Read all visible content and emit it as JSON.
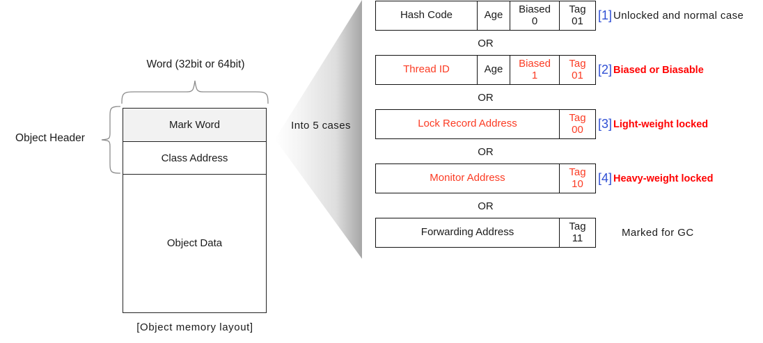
{
  "left": {
    "word_label": "Word (32bit or 64bit)",
    "object_header_label": "Object Header",
    "rows": [
      {
        "label": "Mark Word"
      },
      {
        "label": "Class Address"
      },
      {
        "label": "Object Data"
      }
    ],
    "caption": "[Object memory layout]"
  },
  "funnel": {
    "label": "Into 5 cases"
  },
  "or_label": "OR",
  "cases": [
    {
      "cells": [
        {
          "line1": "Hash Code",
          "line2": "",
          "color": "black"
        },
        {
          "line1": "Age",
          "line2": "",
          "color": "black"
        },
        {
          "line1": "Biased",
          "line2": "0",
          "color": "black"
        },
        {
          "line1": "Tag",
          "line2": "01",
          "color": "black"
        }
      ],
      "number": "[1]",
      "note": "Unlocked and normal case",
      "note_style": "plain"
    },
    {
      "cells": [
        {
          "line1": "Thread ID",
          "line2": "",
          "color": "red"
        },
        {
          "line1": "Age",
          "line2": "",
          "color": "black"
        },
        {
          "line1": "Biased",
          "line2": "1",
          "color": "red"
        },
        {
          "line1": "Tag",
          "line2": "01",
          "color": "red"
        }
      ],
      "number": "[2]",
      "note": "Biased or Biasable",
      "note_style": "bold-red"
    },
    {
      "cells": [
        {
          "line1": "Lock Record Address",
          "line2": "",
          "color": "red"
        },
        {
          "line1": "Tag",
          "line2": "00",
          "color": "red"
        }
      ],
      "number": "[3]",
      "note": "Light-weight locked",
      "note_style": "bold-red"
    },
    {
      "cells": [
        {
          "line1": "Monitor Address",
          "line2": "",
          "color": "red"
        },
        {
          "line1": "Tag",
          "line2": "10",
          "color": "red"
        }
      ],
      "number": "[4]",
      "note": "Heavy-weight locked",
      "note_style": "bold-red"
    },
    {
      "cells": [
        {
          "line1": "Forwarding Address",
          "line2": "",
          "color": "black"
        },
        {
          "line1": "Tag",
          "line2": "11",
          "color": "black"
        }
      ],
      "number": "",
      "note": "Marked for GC",
      "note_style": "plain-gc"
    }
  ],
  "colors": {
    "red": "#fb3b23",
    "bold_red": "#ff0000",
    "blue": "#2f4fd4",
    "box_border": "#111111",
    "mark_word_fill": "#f2f2f2"
  }
}
